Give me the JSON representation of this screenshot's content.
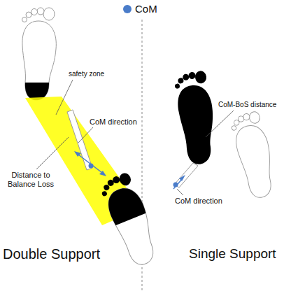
{
  "diagram": {
    "labels": [
      "safety zone",
      "CoM direction",
      "Distance to Balance Loss",
      "Double Support",
      "CoM-BoS distance",
      "CoM direction",
      "Single Support"
    ],
    "legend": [
      {
        "text": "CoM",
        "color": "#4a7cc9"
      }
    ]
  }
}
